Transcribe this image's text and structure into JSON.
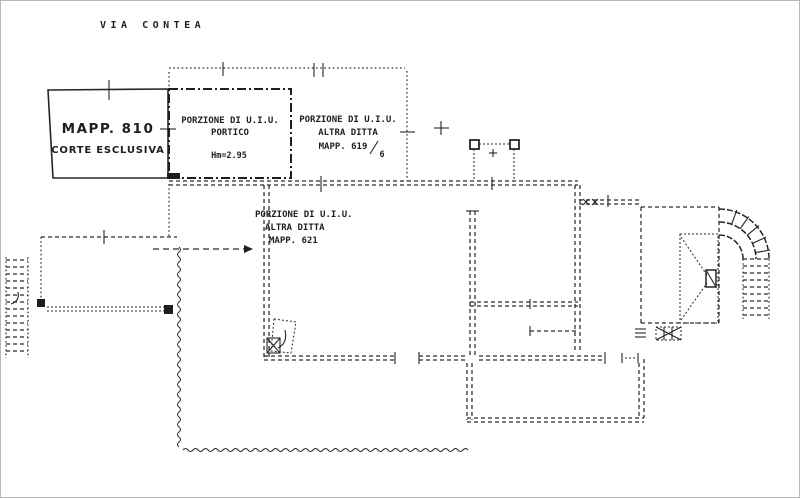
{
  "street": {
    "name": "VIA CONTEA"
  },
  "parcels": {
    "mapp810": {
      "line1": "MAPP. 810",
      "line2": "CORTE ESCLUSIVA"
    },
    "portico": {
      "line1": "PORZIONE DI U.I.U.",
      "line2": "PORTICO",
      "height": "Hm=2.95"
    },
    "mapp619": {
      "line1": "PORZIONE DI U.I.U.",
      "line2": "ALTRA DITTA",
      "line3": "MAPP. 619",
      "denominator": "6"
    },
    "mapp621": {
      "line1": "PORZIONE DI U.I.U.",
      "line2": "ALTRA DITTA",
      "line3": "MAPP. 621"
    }
  },
  "colors": {
    "ink": "#262626",
    "paper": "#ffffff",
    "frame": "#b9b9b9"
  }
}
